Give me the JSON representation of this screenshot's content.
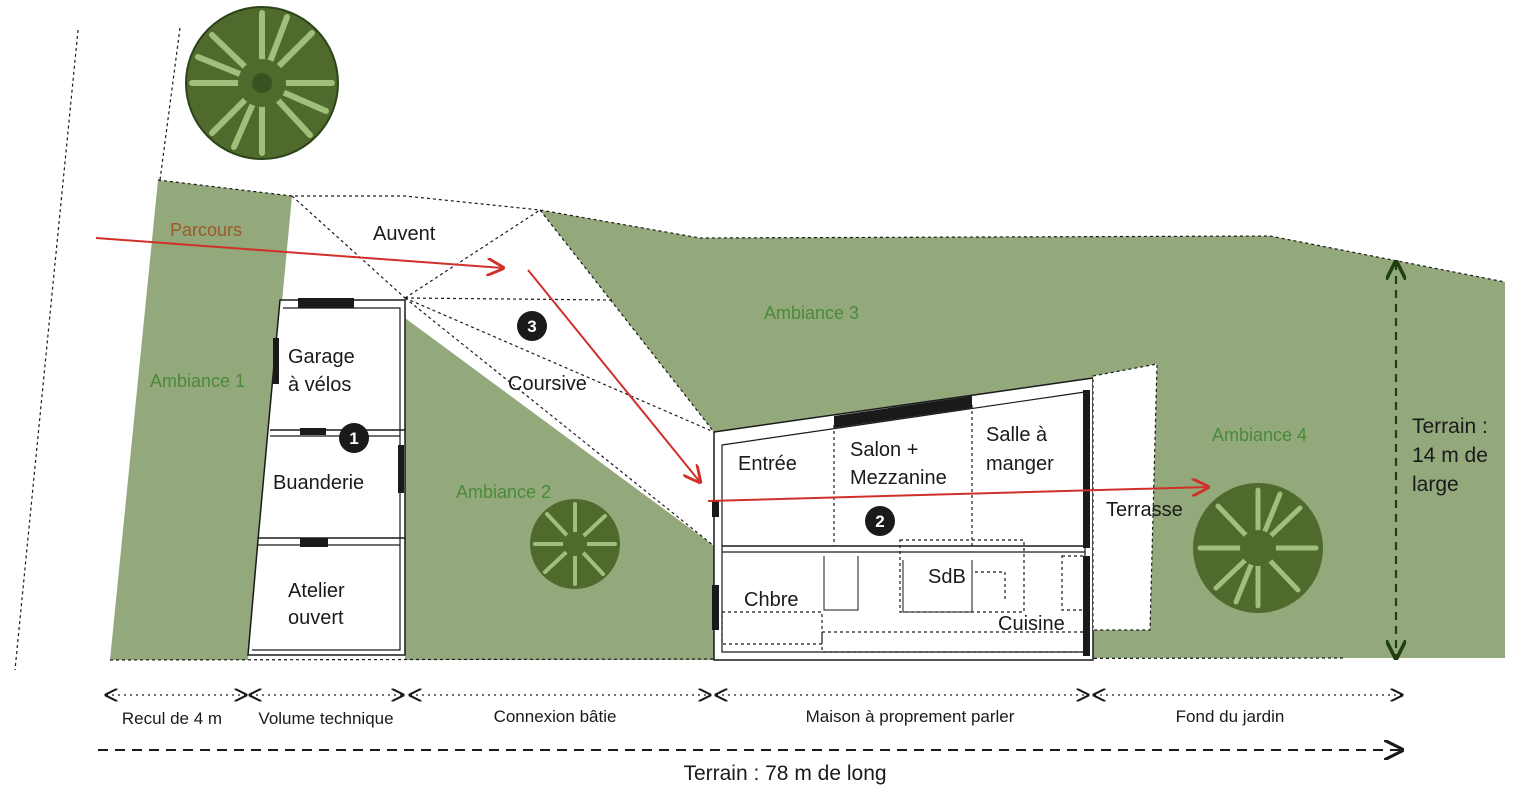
{
  "colors": {
    "zone_green": "#93a97b",
    "ambiance_text": "#4a8a3a",
    "path_red": "#d0302a",
    "path_label": "#9a5a2a",
    "tree_dark": "#4f6a2c",
    "tree_light": "#9fbf7a",
    "line": "#1a1a1a"
  },
  "labels": {
    "parcours": "Parcours",
    "auvent": "Auvent",
    "coursive": "Coursive",
    "garage_l1": "Garage",
    "garage_l2": "à vélos",
    "buanderie": "Buanderie",
    "atelier_l1": "Atelier",
    "atelier_l2": "ouvert",
    "entree": "Entrée",
    "salon_l1": "Salon  +",
    "salon_l2": "Mezzanine",
    "salle_l1": "Salle à",
    "salle_l2": "manger",
    "chbre": "Chbre",
    "sdb": "SdB",
    "cuisine": "Cuisine",
    "terrasse": "Terrasse"
  },
  "ambiances": {
    "a1": "Ambiance 1",
    "a2": "Ambiance 2",
    "a3": "Ambiance 3",
    "a4": "Ambiance 4"
  },
  "markers": {
    "m1": "1",
    "m2": "2",
    "m3": "3"
  },
  "dimensions": {
    "recul": "Recul de 4 m",
    "volume": "Volume technique",
    "connexion": "Connexion bâtie",
    "maison": "Maison à proprement parler",
    "fond": "Fond du jardin",
    "longueur": "Terrain : 78 m de long",
    "largeur_l1": "Terrain :",
    "largeur_l2": "14 m de",
    "largeur_l3": "large"
  }
}
